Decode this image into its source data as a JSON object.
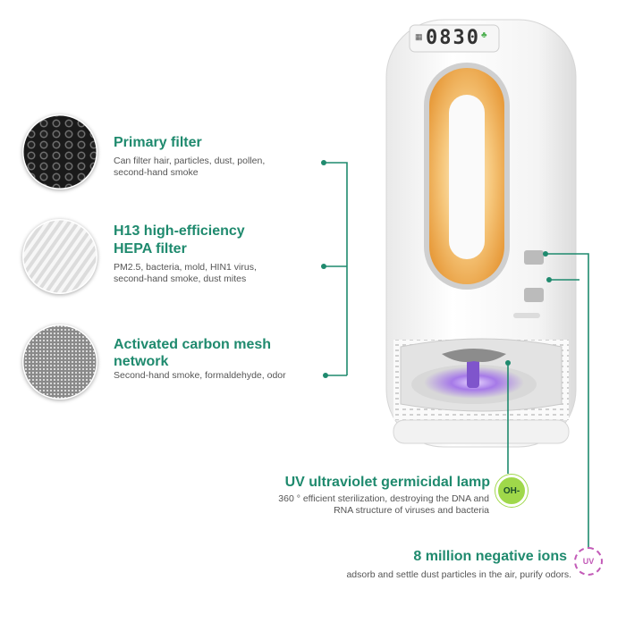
{
  "device": {
    "clock": "0830",
    "indicators": [
      "wifi-icon",
      "leaf-icon"
    ]
  },
  "features": {
    "primary_filter": {
      "title": "Primary filter",
      "desc_line1": "Can filter hair, particles, dust, pollen,",
      "desc_line2": "second-hand smoke"
    },
    "hepa_filter": {
      "title_line1": "H13 high-efficiency",
      "title_line2": "HEPA filter",
      "desc_line1": "PM2.5, bacteria, mold, HIN1 virus,",
      "desc_line2": "second-hand smoke, dust mites"
    },
    "carbon_mesh": {
      "title_line1": "Activated carbon mesh",
      "title_line2": "network",
      "desc_line1": "Second-hand smoke, formaldehyde, odor"
    },
    "uv_lamp": {
      "title": "UV ultraviolet germicidal lamp",
      "desc_line1": "360 ° efficient sterilization, destroying the DNA and",
      "desc_line2": "RNA structure of viruses and bacteria",
      "badge": "OH-"
    },
    "negative_ions": {
      "title": "8 million negative ions",
      "desc_line1": "adsorb and settle dust particles in the air, purify odors.",
      "badge": "UV"
    }
  },
  "colors": {
    "accent": "#1f8a6e",
    "lime": "#9fd84a",
    "lamp_glow": "#f3b862",
    "uv_glow": "#9b6ce0"
  }
}
